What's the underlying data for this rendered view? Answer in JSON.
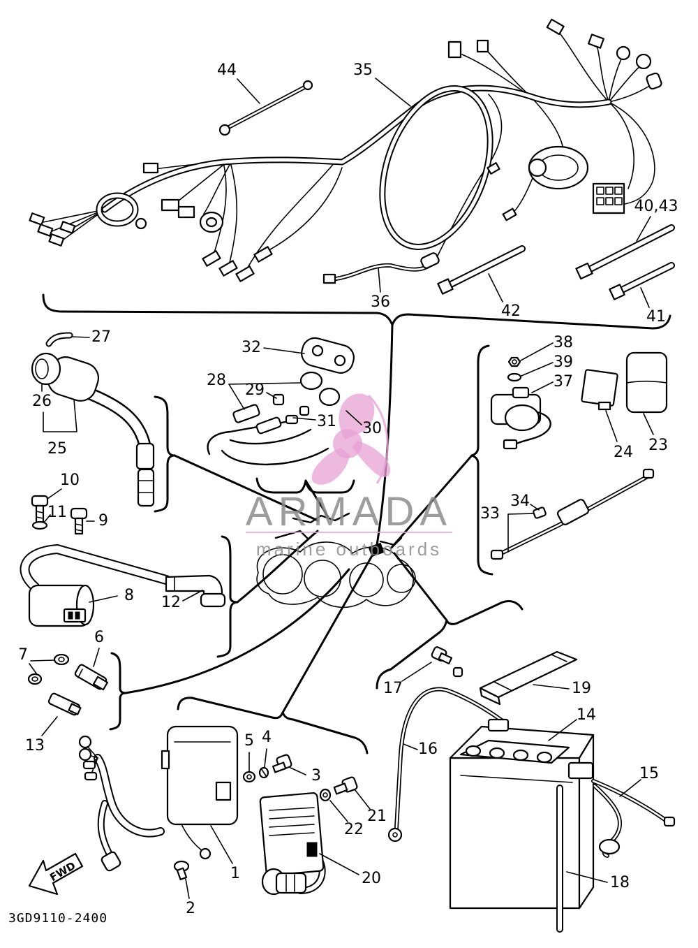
{
  "diagram": {
    "part_code": "3GD9110-2400",
    "fwd_label": "FWD",
    "callouts": {
      "c1": "1",
      "c2": "2",
      "c3": "3",
      "c4": "4",
      "c5": "5",
      "c6": "6",
      "c7": "7",
      "c8": "8",
      "c9": "9",
      "c10": "10",
      "c11": "11",
      "c12": "12",
      "c13": "13",
      "c14": "14",
      "c15": "15",
      "c16": "16",
      "c17": "17",
      "c18": "18",
      "c19": "19",
      "c20": "20",
      "c21": "21",
      "c22": "22",
      "c23": "23",
      "c24": "24",
      "c25": "25",
      "c26": "26",
      "c27": "27",
      "c28": "28",
      "c29": "29",
      "c30": "30",
      "c31": "31",
      "c32": "32",
      "c33": "33",
      "c34": "34",
      "c35": "35",
      "c36": "36",
      "c37": "37",
      "c38": "38",
      "c39": "39",
      "c40_43": "40,43",
      "c41": "41",
      "c42": "42",
      "c44": "44"
    },
    "colors": {
      "line": "#000000",
      "background": "#ffffff"
    }
  },
  "watermark": {
    "brand": "ARMADA",
    "tagline": "marine outboards",
    "colors": {
      "text": "#8c8c8c",
      "logo": "#e7a2d4"
    }
  }
}
